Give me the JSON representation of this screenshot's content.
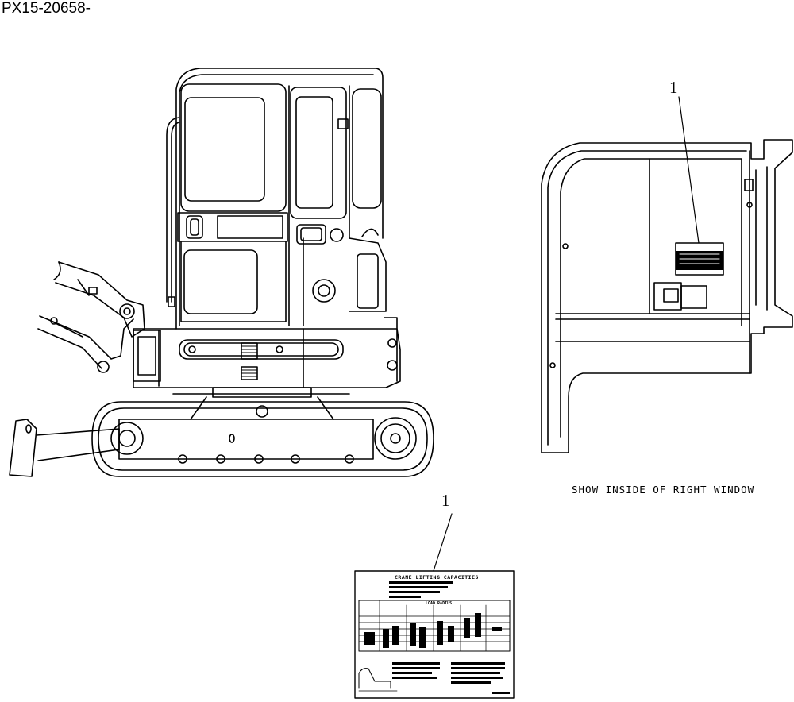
{
  "drawing": {
    "id": "PX15-20658-",
    "caption": "SHOW INSIDE OF RIGHT WINDOW",
    "callouts": [
      "1",
      "1"
    ]
  },
  "decal": {
    "title": "CRANE LIFTING CAPACITIES",
    "table_header": "LOAD RADIUS"
  },
  "colors": {
    "line": "#000000",
    "background": "#ffffff"
  }
}
